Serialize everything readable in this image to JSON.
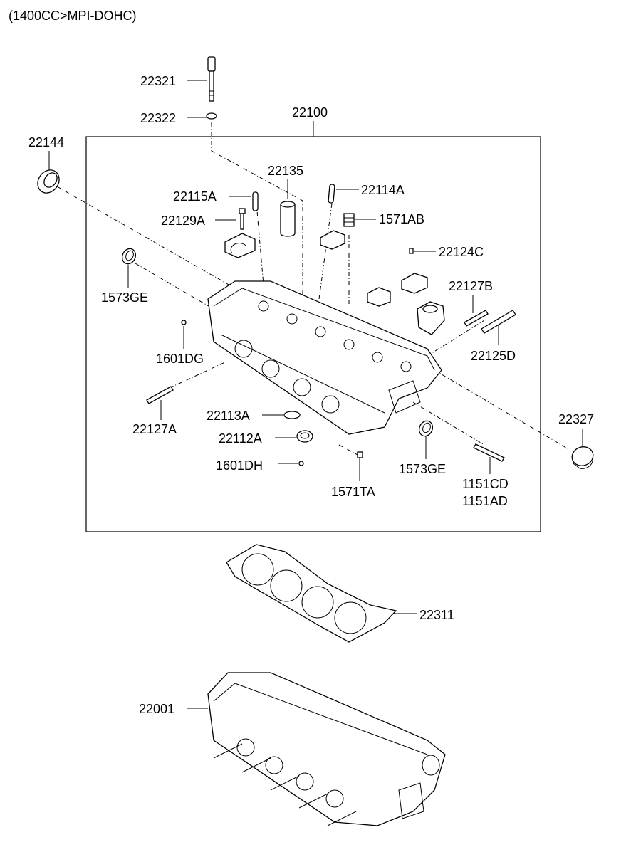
{
  "title": "(1400CC>MPI-DOHC)",
  "callouts": [
    {
      "id": "p22321",
      "text": "22321"
    },
    {
      "id": "p22322",
      "text": "22322"
    },
    {
      "id": "p22100",
      "text": "22100"
    },
    {
      "id": "p22144",
      "text": "22144"
    },
    {
      "id": "p22135",
      "text": "22135"
    },
    {
      "id": "p22115A",
      "text": "22115A"
    },
    {
      "id": "p22114A",
      "text": "22114A"
    },
    {
      "id": "p22129A",
      "text": "22129A"
    },
    {
      "id": "p1571AB",
      "text": "1571AB"
    },
    {
      "id": "p22124C",
      "text": "22124C"
    },
    {
      "id": "p1573GE_a",
      "text": "1573GE"
    },
    {
      "id": "p22127B",
      "text": "22127B"
    },
    {
      "id": "p1601DG",
      "text": "1601DG"
    },
    {
      "id": "p22125D",
      "text": "22125D"
    },
    {
      "id": "p22327",
      "text": "22327"
    },
    {
      "id": "p22113A",
      "text": "22113A"
    },
    {
      "id": "p22127A",
      "text": "22127A"
    },
    {
      "id": "p22112A",
      "text": "22112A"
    },
    {
      "id": "p1601DH",
      "text": "1601DH"
    },
    {
      "id": "p1573GE_b",
      "text": "1573GE"
    },
    {
      "id": "p1571TA",
      "text": "1571TA"
    },
    {
      "id": "p1151CD",
      "text": "1151CD"
    },
    {
      "id": "p1151AD",
      "text": "1151AD"
    },
    {
      "id": "p22311",
      "text": "22311"
    },
    {
      "id": "p22001",
      "text": "22001"
    }
  ]
}
